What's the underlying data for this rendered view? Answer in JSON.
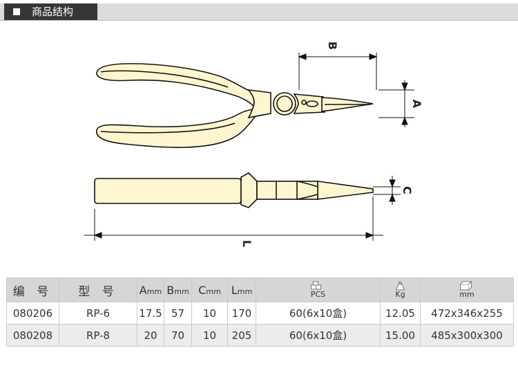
{
  "header": {
    "title": "商品结构"
  },
  "dimensions": {
    "a": "A",
    "b": "B",
    "c": "C",
    "l": "L"
  },
  "table": {
    "headers": {
      "code": "编 号",
      "model": "型 号",
      "a": {
        "letter": "A",
        "unit": "mm"
      },
      "b": {
        "letter": "B",
        "unit": "mm"
      },
      "c": {
        "letter": "C",
        "unit": "mm"
      },
      "l": {
        "letter": "L",
        "unit": "mm"
      },
      "pcs": "PCS",
      "kg": "Kg",
      "size": "mm"
    },
    "icons": {
      "pcs": "boxes-icon",
      "kg": "weight-icon",
      "size": "carton-icon"
    },
    "rows": [
      {
        "code": "080206",
        "model": "RP-6",
        "a": "17.5",
        "b": "57",
        "c": "10",
        "l": "170",
        "pcs": "60(6x10盒)",
        "kg": "12.05",
        "size": "472x346x255"
      },
      {
        "code": "080208",
        "model": "RP-8",
        "a": "20",
        "b": "70",
        "c": "10",
        "l": "205",
        "pcs": "60(6x10盒)",
        "kg": "15.00",
        "size": "485x300x300"
      }
    ]
  },
  "colors": {
    "tool_fill": "#fff5cf",
    "outline": "#111111",
    "header_dark": "#363636",
    "header_light": "#dcdcdc"
  }
}
